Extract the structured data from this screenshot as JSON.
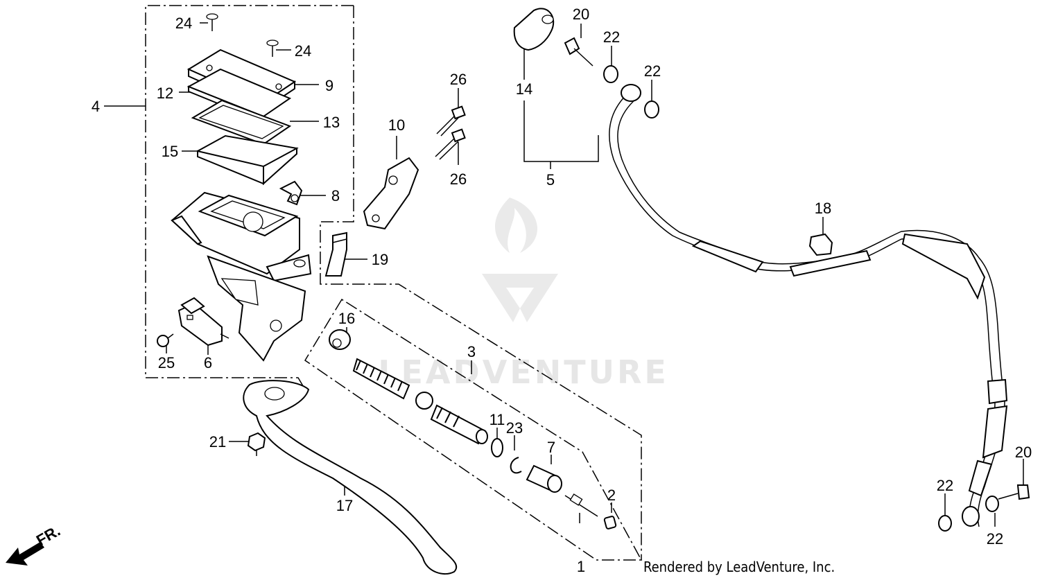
{
  "callouts": {
    "c1": "1",
    "c2": "2",
    "c3": "3",
    "c4": "4",
    "c5": "5",
    "c6": "6",
    "c7": "7",
    "c8": "8",
    "c9": "9",
    "c10": "10",
    "c11": "11",
    "c12": "12",
    "c13": "13",
    "c14": "14",
    "c15": "15",
    "c16": "16",
    "c17": "17",
    "c18": "18",
    "c19": "19",
    "c20a": "20",
    "c20b": "20",
    "c21": "21",
    "c22a": "22",
    "c22b": "22",
    "c22c": "22",
    "c22d": "22",
    "c23": "23",
    "c24a": "24",
    "c24b": "24",
    "c25": "25",
    "c26a": "26",
    "c26b": "26"
  },
  "watermark": "LEADVENTURE",
  "direction_label": "FR.",
  "credit": "Rendered by LeadVenture, Inc."
}
